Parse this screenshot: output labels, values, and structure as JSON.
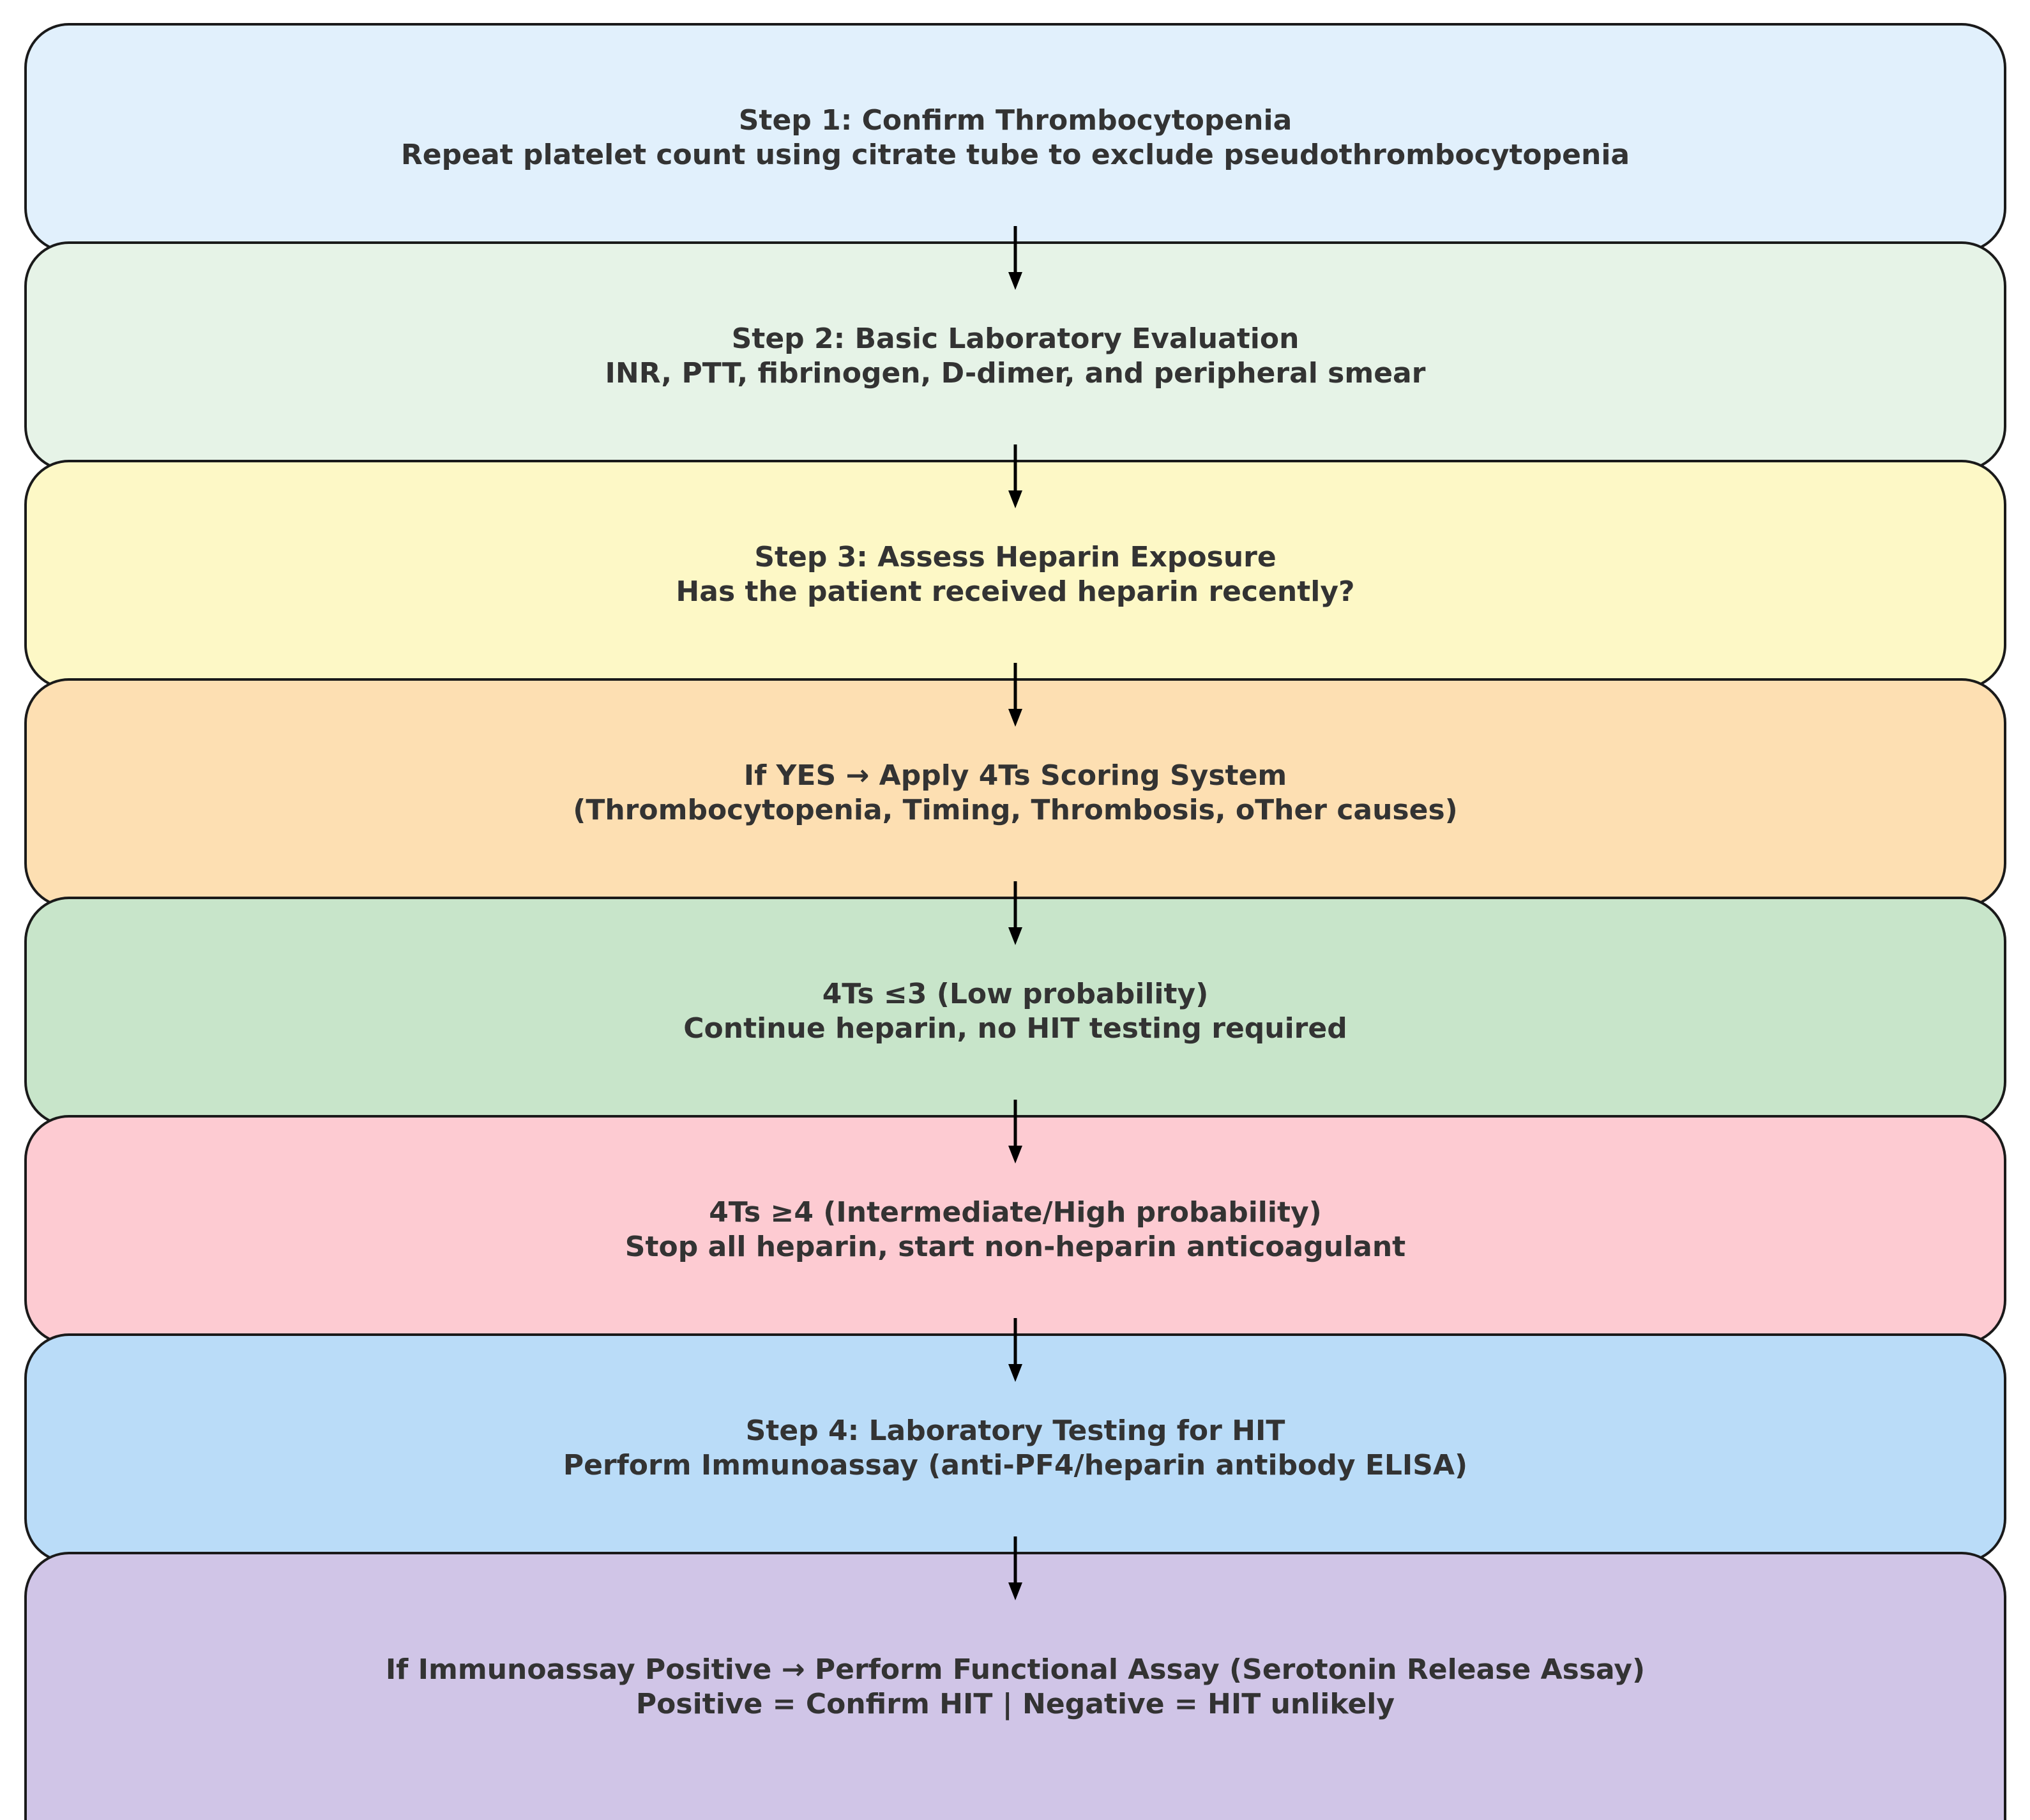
{
  "steps": [
    {
      "title": "Step 1: Confirm Thrombocytopenia",
      "detail": "Repeat platelet count using citrate tube to exclude pseudothrombocytopenia",
      "fill": "#e1f0fc"
    },
    {
      "title": "Step 2: Basic Laboratory Evaluation",
      "detail": "INR, PTT, fibrinogen, D-dimer, and peripheral smear",
      "fill": "#e6f3e7"
    },
    {
      "title": "Step 3: Assess Heparin Exposure",
      "detail": "Has the patient received heparin recently?",
      "fill": "#fdf8c6"
    },
    {
      "title": "If YES → Apply 4Ts Scoring System",
      "detail": "(Thrombocytopenia, Timing, Thrombosis, oTher causes)",
      "fill": "#fddfb2"
    },
    {
      "title": "4Ts ≤3 (Low probability)",
      "detail": "Continue heparin, no HIT testing required",
      "fill": "#c8e5ca"
    },
    {
      "title": "4Ts ≥4 (Intermediate/High probability)",
      "detail": "Stop all heparin, start non-heparin anticoagulant",
      "fill": "#fdcbd2"
    },
    {
      "title": "Step 4: Laboratory Testing for HIT",
      "detail": "Perform Immunoassay (anti-PF4/heparin antibody ELISA)",
      "fill": "#badcf8"
    },
    {
      "title": "If Immunoassay Positive → Perform Functional Assay (Serotonin Release Assay)",
      "detail": "Positive = Confirm HIT | Negative = HIT unlikely",
      "fill": "#d0c5e7"
    }
  ],
  "colors": {
    "border": "#1a1a1a",
    "text": "#333333",
    "arrow": "#000000"
  }
}
